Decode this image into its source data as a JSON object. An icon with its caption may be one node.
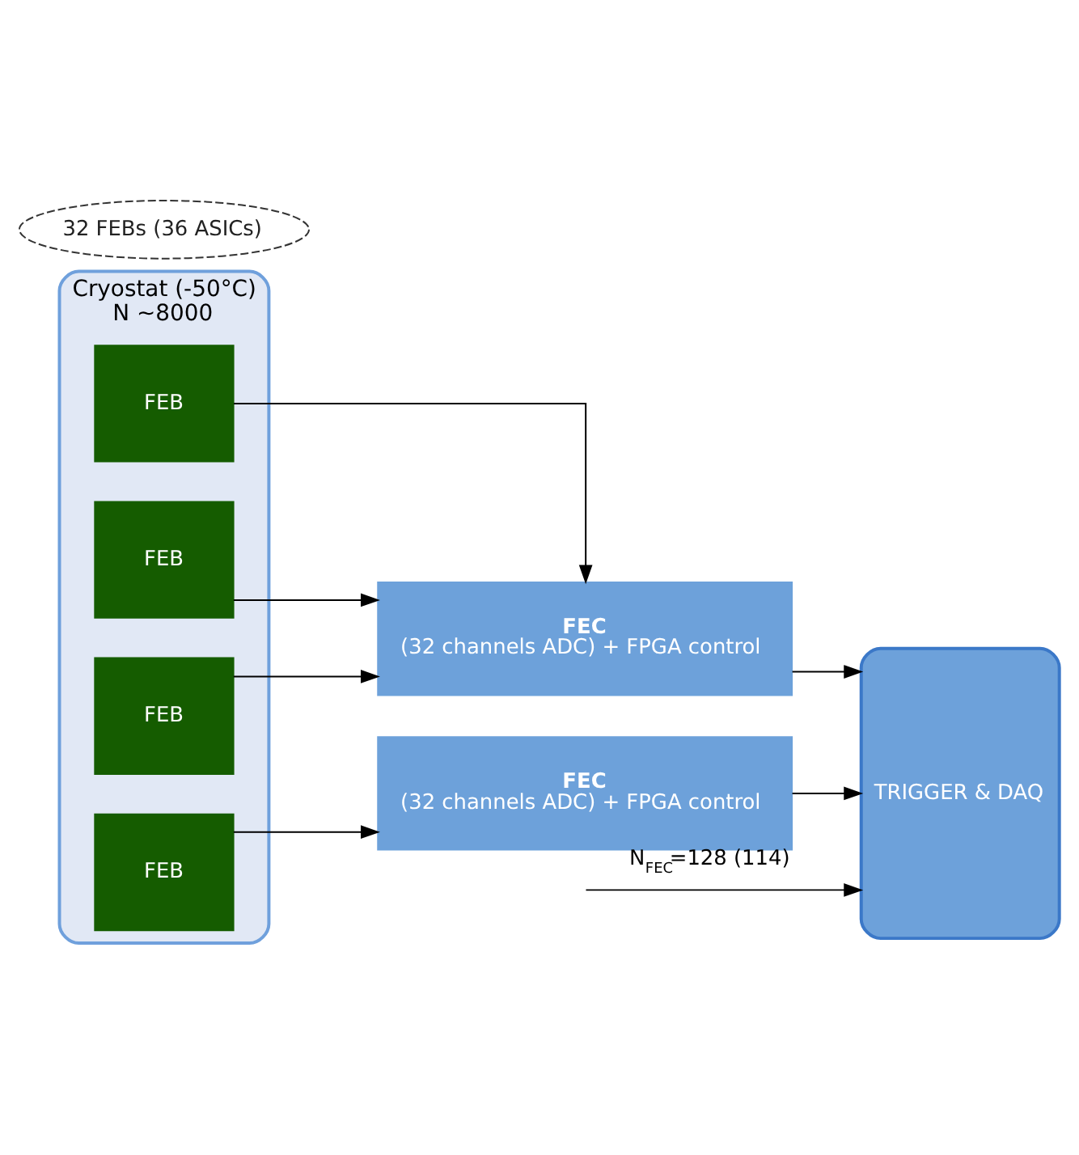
{
  "diagram": {
    "nodes": [
      {
        "text": [
          "Cryostat (-50°C)",
          "N ~8000"
        ]
      },
      {
        "text": [
          "FEB"
        ],
        "in": 0
      },
      {
        "text": [
          "FEB"
        ],
        "in": 0
      },
      {
        "text": [
          "FEB"
        ],
        "in": 0
      },
      {
        "text": [
          "FEB"
        ],
        "in": 0
      },
      {
        "text": [
          "32 FEBs (36 ASICs)"
        ]
      },
      {
        "text": [
          "FEC",
          "(32 channels ADC) + FPGA control"
        ]
      },
      {
        "text": [
          "FEC",
          "(32 channels ADC) + FPGA control"
        ],
        "beside": [
          "N$_{FEC}$=128 (114)"
        ]
      },
      {
        "text": [
          "TRIGGER & DAQ"
        ]
      }
    ],
    "edges": [
      {
        "from": 1,
        "to": 6,
        "arrow": "to"
      },
      {
        "from": 2,
        "to": 6,
        "arrow": "to"
      },
      {
        "from": 3,
        "to": 6,
        "arrow": "to"
      },
      {
        "from": 4,
        "to": 7,
        "arrow": "to"
      },
      {
        "from": 6,
        "to": 8,
        "arrow": "to"
      },
      {
        "from": null,
        "to": 8,
        "arrow": "to"
      },
      {
        "from": 7,
        "to": 8,
        "arrow": "to"
      }
    ]
  }
}
